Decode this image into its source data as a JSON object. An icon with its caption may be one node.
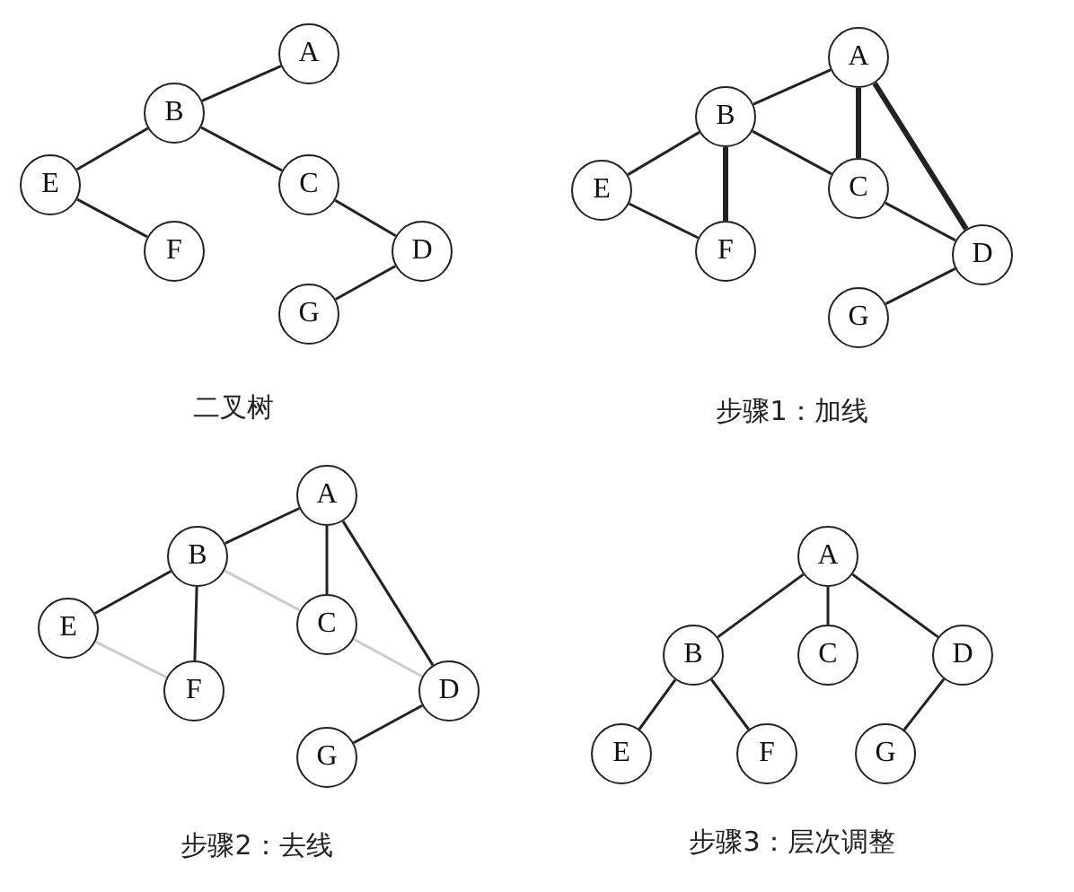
{
  "diagram": {
    "nodes": [
      {
        "text": [
          "A"
        ]
      },
      {
        "text": [
          "B"
        ]
      },
      {
        "text": [
          "E"
        ]
      },
      {
        "text": [
          "C"
        ]
      },
      {
        "text": [
          "F"
        ]
      },
      {
        "text": [
          "D"
        ]
      },
      {
        "text": [
          "G"
        ]
      },
      {
        "text": [
          "A"
        ]
      },
      {
        "text": [
          "B"
        ]
      },
      {
        "text": [
          "E"
        ]
      },
      {
        "text": [
          "C"
        ]
      },
      {
        "text": [
          "F"
        ]
      },
      {
        "text": [
          "D"
        ]
      },
      {
        "text": [
          "G"
        ]
      },
      {
        "text": [
          "A"
        ]
      },
      {
        "text": [
          "B"
        ]
      },
      {
        "text": [
          "E"
        ]
      },
      {
        "text": [
          "C"
        ]
      },
      {
        "text": [
          "F"
        ]
      },
      {
        "text": [
          "D"
        ]
      },
      {
        "text": [
          "G"
        ]
      },
      {
        "text": [
          "A"
        ]
      },
      {
        "text": [
          "B"
        ]
      },
      {
        "text": [
          "C"
        ]
      },
      {
        "text": [
          "D"
        ]
      },
      {
        "text": [
          "E"
        ]
      },
      {
        "text": [
          "F"
        ]
      },
      {
        "text": [
          "G"
        ]
      }
    ],
    "edges": [
      {
        "from": 0,
        "to": 1,
        "arrow": "none"
      },
      {
        "from": 1,
        "to": 2,
        "arrow": "none"
      },
      {
        "from": 1,
        "to": 3,
        "arrow": "none"
      },
      {
        "from": 2,
        "to": 4,
        "arrow": "none"
      },
      {
        "from": 3,
        "to": 5,
        "arrow": "none"
      },
      {
        "from": 5,
        "to": 6,
        "arrow": "none"
      },
      {
        "from": 7,
        "to": 8,
        "arrow": "none"
      },
      {
        "from": 8,
        "to": 9,
        "arrow": "none"
      },
      {
        "from": 8,
        "to": 10,
        "arrow": "none"
      },
      {
        "from": 9,
        "to": 11,
        "arrow": "none"
      },
      {
        "from": 10,
        "to": 12,
        "arrow": "none"
      },
      {
        "from": 12,
        "to": 13,
        "arrow": "none"
      },
      {
        "from": 8,
        "to": 11,
        "arrow": "none",
        "style": "thick"
      },
      {
        "from": 7,
        "to": 10,
        "arrow": "none",
        "style": "thick"
      },
      {
        "from": 7,
        "to": 12,
        "arrow": "none",
        "style": "thick"
      },
      {
        "from": 14,
        "to": 15,
        "arrow": "none"
      },
      {
        "from": 15,
        "to": 16,
        "arrow": "none"
      },
      {
        "from": 15,
        "to": 18,
        "arrow": "none"
      },
      {
        "from": 14,
        "to": 17,
        "arrow": "none"
      },
      {
        "from": 14,
        "to": 19,
        "arrow": "none"
      },
      {
        "from": 19,
        "to": 20,
        "arrow": "none"
      },
      {
        "from": 15,
        "to": 17,
        "arrow": "none",
        "color": "#cccccc"
      },
      {
        "from": 16,
        "to": 18,
        "arrow": "none",
        "color": "#cccccc"
      },
      {
        "from": 17,
        "to": 19,
        "arrow": "none",
        "color": "#cccccc"
      },
      {
        "from": 21,
        "to": 22,
        "arrow": "none"
      },
      {
        "from": 21,
        "to": 23,
        "arrow": "none"
      },
      {
        "from": 21,
        "to": 24,
        "arrow": "none"
      },
      {
        "from": 22,
        "to": 25,
        "arrow": "none"
      },
      {
        "from": 22,
        "to": 26,
        "arrow": "none"
      },
      {
        "from": 24,
        "to": 27,
        "arrow": "none"
      }
    ],
    "labels": [
      "二叉树",
      "步骤1：加线",
      "步骤2：去线",
      "步骤3：层次调整"
    ]
  }
}
